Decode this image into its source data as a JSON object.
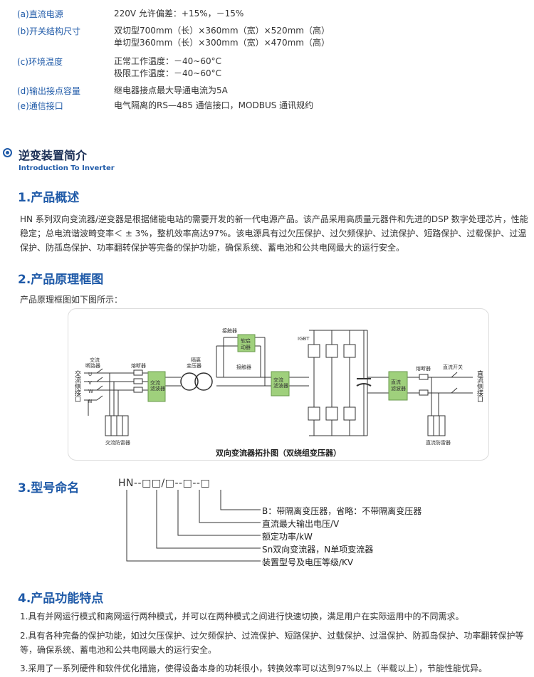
{
  "specs": [
    {
      "key": "(a)直流电源",
      "lines": [
        "220V  允许偏差：+15%，－15%"
      ]
    },
    {
      "key": "(b)开关结构尺寸",
      "lines": [
        "双切型700mm（长）×360mm（宽）×520mm（高）",
        "单切型360mm（长）×300mm（宽）×470mm（高）"
      ]
    },
    {
      "key": "(c)环境温度",
      "lines": [
        "正常工作温度：－40~60°C",
        "极限工作温度：－40~60°C"
      ]
    },
    {
      "key": "(d)输出接点容量",
      "lines": [
        "继电器接点最大导通电流为5A"
      ]
    },
    {
      "key": "(e)通信接口",
      "lines": [
        "电气隔离的RS—485 通信接口，MODBUS 通讯规约"
      ]
    }
  ],
  "section": {
    "title": "逆变装置简介",
    "subtitle": "Introduction To Inverter"
  },
  "s1": {
    "heading": "1.产品概述",
    "text": "HN 系列双向变流器/逆变器是根据储能电站的需要开发的新一代电源产品。该产品采用高质量元器件和先进的DSP 数字处理芯片，性能稳定；总电流谐波畸变率＜ ± 3%，整机效率高达97%。该电源具有过欠压保护、过欠频保护、过流保护、短路保护、过载保护、过温保护、防孤岛保护、功率翻转保护等完备的保护功能，确保系统、蓄电池和公共电网最大的运行安全。"
  },
  "s2": {
    "heading": "2.产品原理框图",
    "intro": "产品原理框图如下图所示：",
    "diagram": {
      "caption": "双向变流器拓扑图（双绕组变压器）",
      "ac_side": "交流侧接口",
      "ac_breaker": [
        "交流",
        "断路器"
      ],
      "phases": [
        "U",
        "V",
        "W",
        "N"
      ],
      "fuse1": "熔断器",
      "ac_filter1": [
        "交流",
        "滤波器"
      ],
      "isolation_transformer": [
        "隔离",
        "变压器"
      ],
      "contactor1": "接触器",
      "soft_start": [
        "软启",
        "动器"
      ],
      "contactor2": "接触器",
      "ac_filter2": [
        "交流",
        "滤波器"
      ],
      "igbt": "IGBT",
      "dc_filter": [
        "直流",
        "滤波器"
      ],
      "fuse2": "熔断器",
      "dc_switch": "直流开关",
      "dc_side": "直流侧接口",
      "ac_arrester": "交流防雷器",
      "dc_arrester": "直流防雷器"
    }
  },
  "s3": {
    "heading": "3.型号命名",
    "code": "HN--□□/□--□--□",
    "items": [
      "B：带隔离变压器，省略：不带隔离变压器",
      "直流最大输出电压/V",
      "额定功率/kW",
      "Sn双向变流器，N单项变流器",
      "装置型号及电压等级/KV"
    ]
  },
  "s4": {
    "heading": "4.产品功能特点",
    "items": [
      "1.具有并网运行模式和离网运行两种模式，并可以在两种模式之间进行快速切换，满足用户在实际运用中的不同需求。",
      "2.具有各种完备的保护功能，如过欠压保护、过欠频保护、过流保护、短路保护、过载保护、过温保护、防孤岛保护、功率翻转保护等等，确保系统、蓄电池和公共电网最大的运行安全。",
      "3.采用了一系列硬件和软件优化措施，使得设备本身的功耗很小，转换效率可以达到97%以上（半载以上），节能性能优异。"
    ]
  },
  "colors": {
    "accent": "#1f5aa8",
    "filter_box": "#9fd07c"
  }
}
